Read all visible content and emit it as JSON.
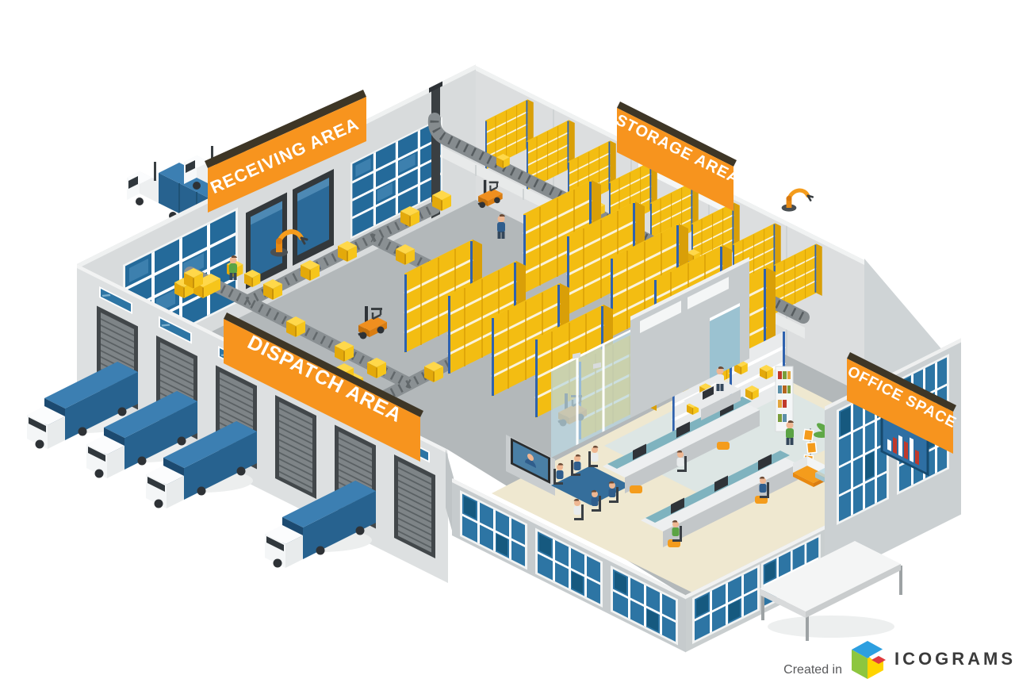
{
  "signs": {
    "receiving_area": "RECEIVING AREA",
    "storage_area": "STORAGE AREA",
    "dispatch_area": "DISPATCH AREA",
    "office_space": "OFFICE SPACE",
    "panel_color": "#F7941E",
    "text_color": "#FFFFFF"
  },
  "attribution": {
    "prefix": "Created in",
    "brand": "ICOGRAMS",
    "prefix_color": "#58595B",
    "brand_color": "#3B3B3B",
    "logo_colors": {
      "top": "#2D9FE0",
      "left": "#8DC63F",
      "right": "#FFD400",
      "accent": "#E03A3E"
    }
  },
  "scene": {
    "building": {
      "outer_wall_color": "#DDE0E1",
      "inner_wall_color": "#D8DBDC",
      "floor_color": "#B3B8BA",
      "office_floor_color": "#EFE8D0",
      "window_blue": "#2D75A4"
    },
    "receiving": {
      "trucks": 2,
      "dock_doors": 2
    },
    "dispatch": {
      "trucks": 4,
      "roller_doors": 6
    },
    "storage": {
      "rack_color": "#F3BD12",
      "rack_post_color": "#2F62AE"
    },
    "equipment": {
      "robot_arms": 3,
      "forklifts": 3,
      "conveyor_color": "#8A9093"
    },
    "box_color": "#FFD42A",
    "truck_color": "#27628F"
  }
}
